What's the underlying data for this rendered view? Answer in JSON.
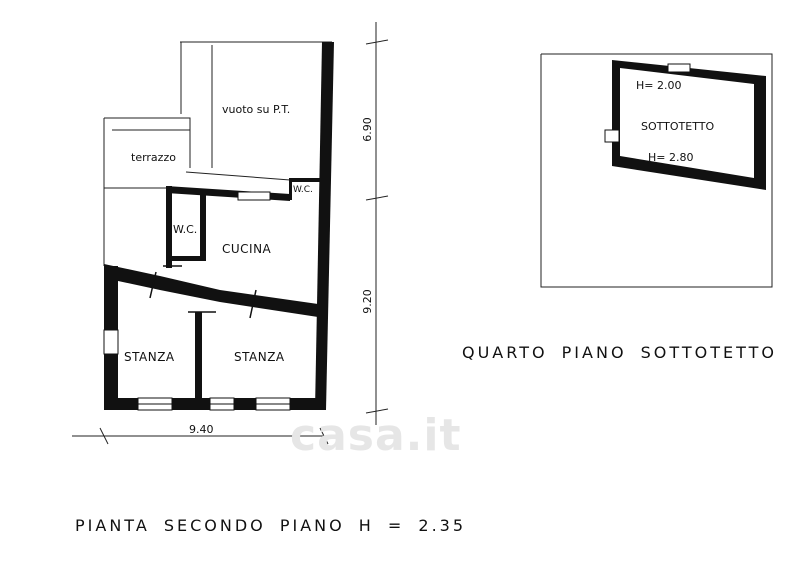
{
  "second_floor": {
    "rooms": {
      "vuoto": "vuoto su P.T.",
      "terrazzo": "terrazzo",
      "wc_small": "W.C.",
      "wc": "W.C.",
      "cucina": "CUCINA",
      "stanza_left": "STANZA",
      "stanza_right": "STANZA"
    },
    "dimensions": {
      "upper": "6.90",
      "lower": "9.20",
      "width": "9.40"
    },
    "title": "PIANTA SECONDO PIANO H = 2.35"
  },
  "fourth_floor": {
    "rooms": {
      "height_top": "H= 2.00",
      "sottotetto": "SOTTOTETTO",
      "height_bottom": "H= 2.80"
    },
    "title": "QUARTO PIANO SOTTOTETTO"
  },
  "watermark": "casa.it",
  "colors": {
    "wall": "#111111",
    "line": "#222222",
    "watermark": "#e6e6e6"
  }
}
